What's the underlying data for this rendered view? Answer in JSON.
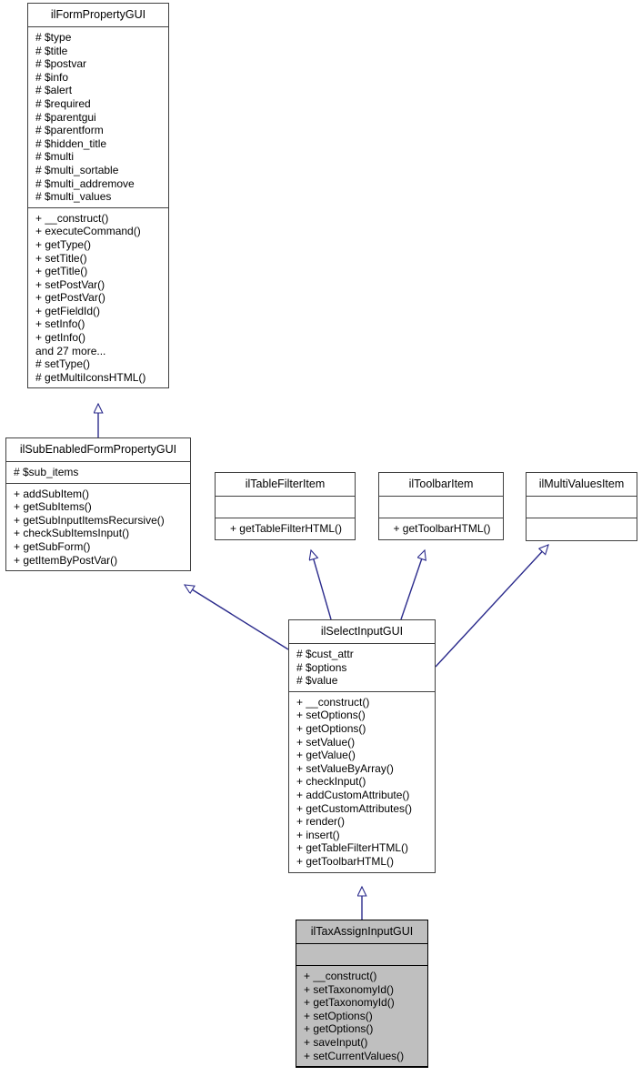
{
  "diagram": {
    "type": "uml-class-inheritance-diagram",
    "title": "ilTaxAssignInputGUI class hierarchy",
    "edge_color": "#2b2b8c",
    "highlight_fill": "#bfbfbf",
    "box_fill": "#ffffff",
    "border_color": "#404040",
    "relation": "generalization"
  },
  "classes": [
    {
      "id": "ilFormPropertyGUI",
      "name": "ilFormPropertyGUI",
      "highlighted": false,
      "attributes": [
        "# $type",
        "# $title",
        "# $postvar",
        "# $info",
        "# $alert",
        "# $required",
        "# $parentgui",
        "# $parentform",
        "# $hidden_title",
        "# $multi",
        "# $multi_sortable",
        "# $multi_addremove",
        "# $multi_values"
      ],
      "methods": [
        "+ __construct()",
        "+ executeCommand()",
        "+ getType()",
        "+ setTitle()",
        "+ getTitle()",
        "+ setPostVar()",
        "+ getPostVar()",
        "+ getFieldId()",
        "+ setInfo()",
        "+ getInfo()",
        "and 27 more...",
        "# setType()",
        "# getMultiIconsHTML()"
      ]
    },
    {
      "id": "ilSubEnabledFormPropertyGUI",
      "name": "ilSubEnabledFormPropertyGUI",
      "highlighted": false,
      "attributes": [
        "# $sub_items"
      ],
      "methods": [
        "+ addSubItem()",
        "+ getSubItems()",
        "+ getSubInputItemsRecursive()",
        "+ checkSubItemsInput()",
        "+ getSubForm()",
        "+ getItemByPostVar()"
      ]
    },
    {
      "id": "ilTableFilterItem",
      "name": "ilTableFilterItem",
      "highlighted": false,
      "attributes": [],
      "methods": [
        "+ getTableFilterHTML()"
      ]
    },
    {
      "id": "ilToolbarItem",
      "name": "ilToolbarItem",
      "highlighted": false,
      "attributes": [],
      "methods": [
        "+ getToolbarHTML()"
      ]
    },
    {
      "id": "ilMultiValuesItem",
      "name": "ilMultiValuesItem",
      "highlighted": false,
      "attributes": [],
      "methods": []
    },
    {
      "id": "ilSelectInputGUI",
      "name": "ilSelectInputGUI",
      "highlighted": false,
      "attributes": [
        "# $cust_attr",
        "# $options",
        "# $value"
      ],
      "methods": [
        "+ __construct()",
        "+ setOptions()",
        "+ getOptions()",
        "+ setValue()",
        "+ getValue()",
        "+ setValueByArray()",
        "+ checkInput()",
        "+ addCustomAttribute()",
        "+ getCustomAttributes()",
        "+ render()",
        "+ insert()",
        "+ getTableFilterHTML()",
        "+ getToolbarHTML()"
      ]
    },
    {
      "id": "ilTaxAssignInputGUI",
      "name": "ilTaxAssignInputGUI",
      "highlighted": true,
      "attributes": [],
      "methods": [
        "+ __construct()",
        "+ setTaxonomyId()",
        "+ getTaxonomyId()",
        "+ setOptions()",
        "+ getOptions()",
        "+ saveInput()",
        "+ setCurrentValues()"
      ]
    }
  ],
  "edges": [
    {
      "from": "ilSubEnabledFormPropertyGUI",
      "to": "ilFormPropertyGUI",
      "kind": "generalization"
    },
    {
      "from": "ilSelectInputGUI",
      "to": "ilSubEnabledFormPropertyGUI",
      "kind": "generalization"
    },
    {
      "from": "ilSelectInputGUI",
      "to": "ilTableFilterItem",
      "kind": "generalization"
    },
    {
      "from": "ilSelectInputGUI",
      "to": "ilToolbarItem",
      "kind": "generalization"
    },
    {
      "from": "ilSelectInputGUI",
      "to": "ilMultiValuesItem",
      "kind": "generalization"
    },
    {
      "from": "ilTaxAssignInputGUI",
      "to": "ilSelectInputGUI",
      "kind": "generalization"
    }
  ]
}
